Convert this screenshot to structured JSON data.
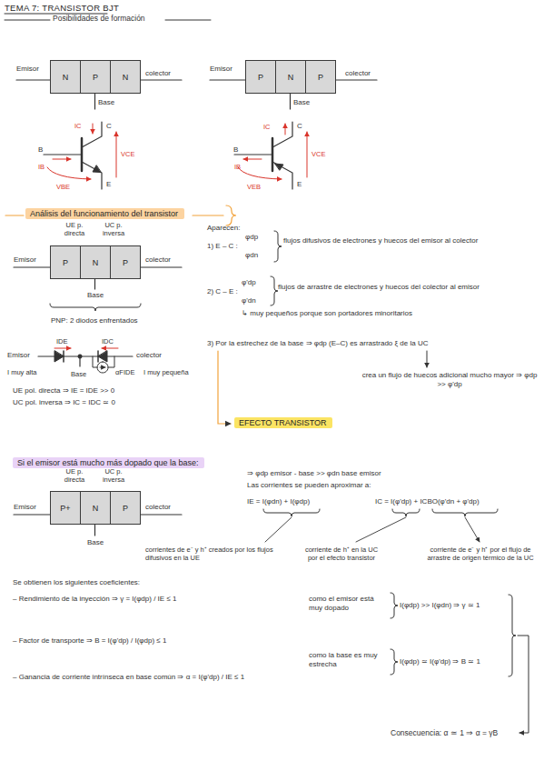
{
  "diagram": {
    "title": "TEMA 7: TRANSISTOR BJT",
    "nodes": [
      {
        "text": [
          "N"
        ]
      },
      {
        "text": [
          "P"
        ]
      },
      {
        "text": [
          "N"
        ]
      },
      {
        "text": [
          "P"
        ]
      },
      {
        "text": [
          "N"
        ]
      },
      {
        "text": [
          "P"
        ]
      },
      {
        "text": [
          "Análisis del funcionamiento del transistor"
        ]
      },
      {
        "text": [
          "P"
        ]
      },
      {
        "text": [
          "N"
        ]
      },
      {
        "text": [
          "P"
        ]
      },
      {
        "text": [
          "EFECTO TRANSISTOR"
        ]
      },
      {
        "text": [
          "Si el emisor está mucho más dopado que la base:"
        ]
      },
      {
        "text": [
          "P+"
        ]
      },
      {
        "text": [
          "N"
        ]
      },
      {
        "text": [
          "P"
        ]
      }
    ],
    "labels": [
      "Posibilidades de formación",
      "Emisor",
      "colector",
      "Base",
      "Emisor",
      "colector",
      "Base",
      "IC",
      "C",
      "B",
      "IB",
      "VCE",
      "VBE",
      "E",
      "IC",
      "C",
      "B",
      "IB",
      "VCE",
      "VEB",
      "E",
      "UE p. directa",
      "UC p. inversa",
      "Emisor",
      "colector",
      "Base",
      "PNP: 2 diodos enfrentados",
      "IDE",
      "IDC",
      "Emisor",
      "colector",
      "I muy alta",
      "Base",
      "αFIDE",
      "I muy pequeña",
      "UE pol. directa ⇒ IE = IDE >> 0",
      "UC pol. inversa ⇒ IC = IDC ≃ 0",
      "Aparecen:",
      "1) E – C :",
      "φdp",
      "φdn",
      "flujos difusivos de electrones y huecos del emisor al colector",
      "2) C – E :",
      "φ'dp",
      "φ'dn",
      "flujos de arrastre de electrones y huecos del colector al emisor",
      "↳ muy pequeños porque son portadores minoritarios",
      "3) Por la estrechez de la base ⇒ φdp (E–C) es arrastrado ξ de la UC",
      "crea un flujo de huecos adicional mucho mayor ⇒ φdp >> φ'dp",
      "UE p. directa",
      "UC p. inversa",
      "Emisor",
      "colector",
      "Base",
      "⇒ φdp emisor - base >> φdn base emisor",
      "Las corrientes se pueden aproximar a:",
      "IE = I(φdn) + I(φdp)",
      "IC = I(φ'dp) + ICBO(φ'dn + φ'dp)",
      "corrientes de e⁻ y h⁺ creados por los flujos difusivos en la UE",
      "corriente de h⁺ en la UC por el efecto transistor",
      "corriente de e⁻ y h⁺ por el flujo de arrastre de origen térmico de la UC",
      "Se obtienen los siguientes coeficientes:",
      "– Rendimiento de la inyección ⇒ γ = I(φdp) / IE ≤ 1",
      "– Factor de transporte ⇒ B = I(φ'dp) / I(φdp) ≤ 1",
      "– Ganancia de corriente intrínseca en base común ⇒ α = I(φ'dp) / IE ≤ 1",
      "como el emisor está muy dopado",
      "I(φdp) >> I(φdn) ⇒ γ ≃ 1",
      "como la base es muy estrecha",
      "I(φdp) ≃ I(φ'dp) ⇒ B ≃ 1",
      "Consecuencia: α ≃ 1 ⇒ α = γB"
    ]
  }
}
